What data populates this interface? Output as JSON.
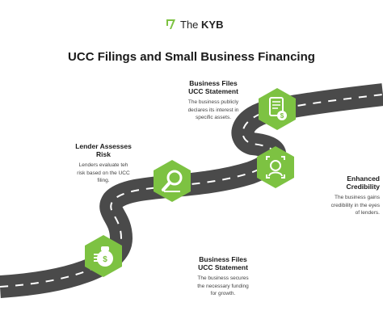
{
  "brand": {
    "name_prefix": "The ",
    "name_bold": "KYB"
  },
  "title": "UCC Filings and Small Business Financing",
  "colors": {
    "green": "#7dc242",
    "road": "#4a4a4a",
    "dash": "#ffffff",
    "text": "#1a1a1a"
  },
  "steps": [
    {
      "heading1": "Business Files",
      "heading2": "UCC Statement",
      "body1": "The business secures",
      "body2": "the necessary funding",
      "body3": "for growth.",
      "icon": "money-bag-icon"
    },
    {
      "heading1": "Lender Assesses",
      "heading2": "Risk",
      "body1": "Lenders evaluate teh",
      "body2": "risk based on the UCC",
      "body3": "filing.",
      "icon": "magnifier-icon"
    },
    {
      "heading1": "Business Files",
      "heading2": "UCC Statement",
      "body1": "The business publicly",
      "body2": "declares its interest in",
      "body3": "specific assets.",
      "icon": "document-icon"
    },
    {
      "heading1": "Enhanced",
      "heading2": "Credibility",
      "body1": "The business gains",
      "body2": "credibility in the eyes",
      "body3": "of lenders.",
      "icon": "verified-person-icon"
    }
  ]
}
